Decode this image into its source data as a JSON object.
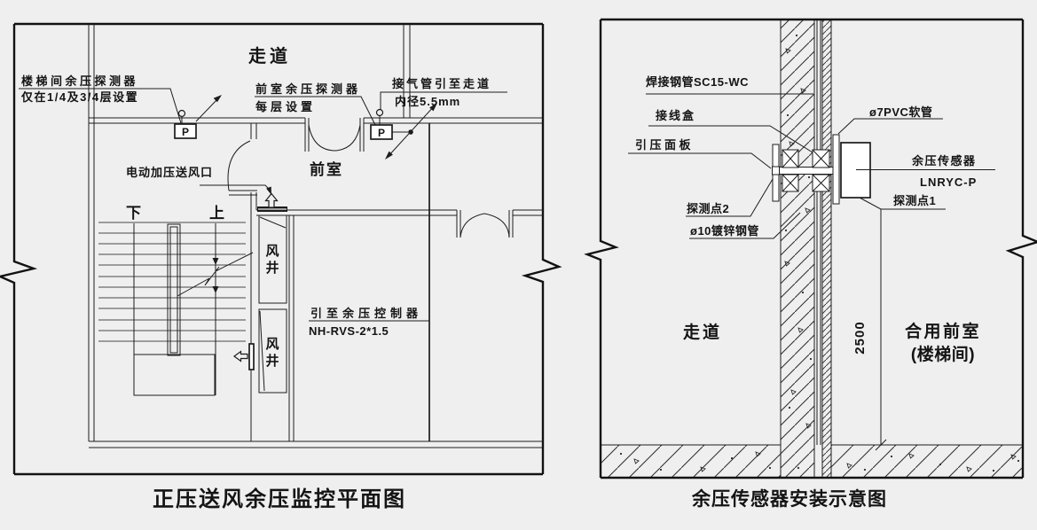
{
  "colors": {
    "background": "#efefef",
    "line": "#1c1c1c"
  },
  "left_panel": {
    "caption": "正压送风余压监控平面图",
    "rooms": {
      "corridor": "走道",
      "anteroom": "前室",
      "shaft_char1": "风",
      "shaft_char2": "井",
      "stair_down": "下",
      "stair_up": "上"
    },
    "detector_letter": "P",
    "labels": {
      "stair_detector_l1": "楼梯间余压探测器",
      "stair_detector_l2": "仅在1/4及3/4层设置",
      "anteroom_detector_l1": "前室余压探测器",
      "anteroom_detector_l2": "每层设置",
      "air_tube_l1": "接气管引至走道",
      "air_tube_l2": "内径5.5mm",
      "supply_outlet": "电动加压送风口",
      "controller_l1": "引至余压控制器",
      "controller_l2": "NH-RVS-2*1.5"
    }
  },
  "right_panel": {
    "caption": "余压传感器安装示意图",
    "rooms": {
      "corridor": "走道",
      "front_room_l1": "合用前室",
      "front_room_l2": "(楼梯间)"
    },
    "dimension_height": "2500",
    "labels": {
      "welded_pipe": "焊接钢管SC15-WC",
      "junction_box": "接线盒",
      "pressure_panel": "引压面板",
      "detect_point_2": "探测点2",
      "galvanized_pipe": "ø10镀锌钢管",
      "pvc_hose": "ø7PVC软管",
      "sensor_name": "余压传感器",
      "sensor_model": "LNRYC-P",
      "detect_point_1": "探测点1"
    }
  }
}
